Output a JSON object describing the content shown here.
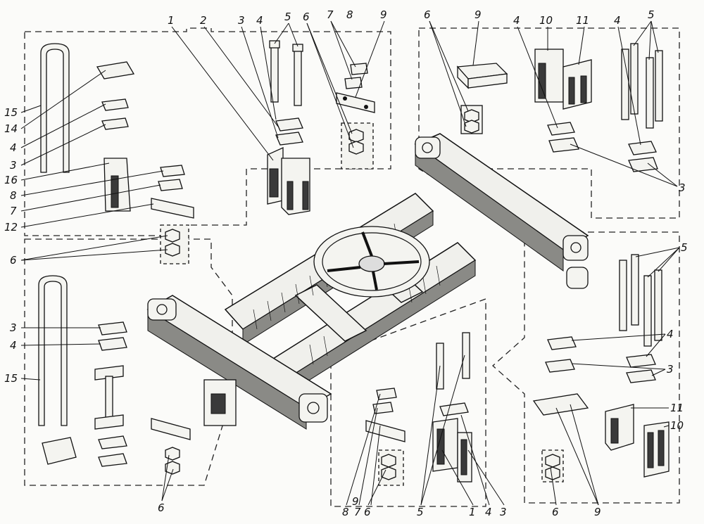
{
  "diagram": {
    "callouts": {
      "top_1": "1",
      "top_2": "2",
      "top_3": "3",
      "top_4": "4",
      "top_5": "5",
      "top_6": "6",
      "top_7": "7",
      "top_8": "8",
      "top_9": "9",
      "tr_6": "6",
      "tr_9": "9",
      "tr_4a": "4",
      "tr_10": "10",
      "tr_11": "11",
      "tr_4b": "4",
      "tr_5": "5",
      "tr_3": "3",
      "lt_15": "15",
      "lt_14": "14",
      "lt_4": "4",
      "lt_3": "3",
      "lt_16": "16",
      "lt_8": "8",
      "lt_7": "7",
      "lt_12": "12",
      "lt_6": "6",
      "lb_3": "3",
      "lb_4": "4",
      "lb_15": "15",
      "lb_6": "6",
      "rm_5": "5",
      "rm_4": "4",
      "rm_3": "3",
      "rm_11": "11",
      "rm_10": "10",
      "bc_8": "8",
      "bc_7": "7",
      "bc_9": "9",
      "bc_6": "6",
      "bc_5": "5",
      "bc_1": "1",
      "bc_4": "4",
      "bc_3": "3",
      "br_6": "6",
      "br_9": "9"
    }
  }
}
